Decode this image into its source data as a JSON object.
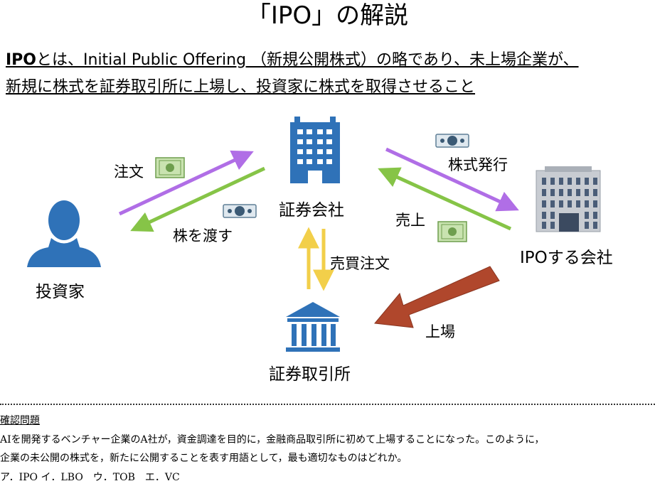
{
  "title": "「IPO」の解説",
  "definition": {
    "line1_bold": "IPO",
    "line1_rest": "とは、Initial Public Offering （新規公開株式）の略であり、未上場企業が、",
    "line2": "新規に株式を証券取引所に上場し、投資家に株式を取得させること"
  },
  "nodes": {
    "securities_company": "証券会社",
    "investor": "投資家",
    "ipo_company": "IPOする会社",
    "stock_exchange": "証券取引所"
  },
  "labels": {
    "order": "注文",
    "deliver_shares": "株を渡す",
    "issue_shares": "株式発行",
    "sales": "売上",
    "trade_order": "売買注文",
    "listing": "上場"
  },
  "colors": {
    "purple": "#b06ee6",
    "green": "#86c447",
    "yellow": "#f2cf4a",
    "brown": "#b0472c",
    "blue": "#2f72b8"
  },
  "quiz": {
    "heading": "確認問題",
    "question_line1": "AIを開発するベンチャー企業のA社が，資金調達を目的に，金融商品取引所に初めて上場することになった。このように，",
    "question_line2": "企業の未公開の株式を，新たに公開することを表す用語として，最も適切なものはどれか。",
    "choices": "ア．IPO イ．LBO　ウ．TOB　エ．VC"
  }
}
